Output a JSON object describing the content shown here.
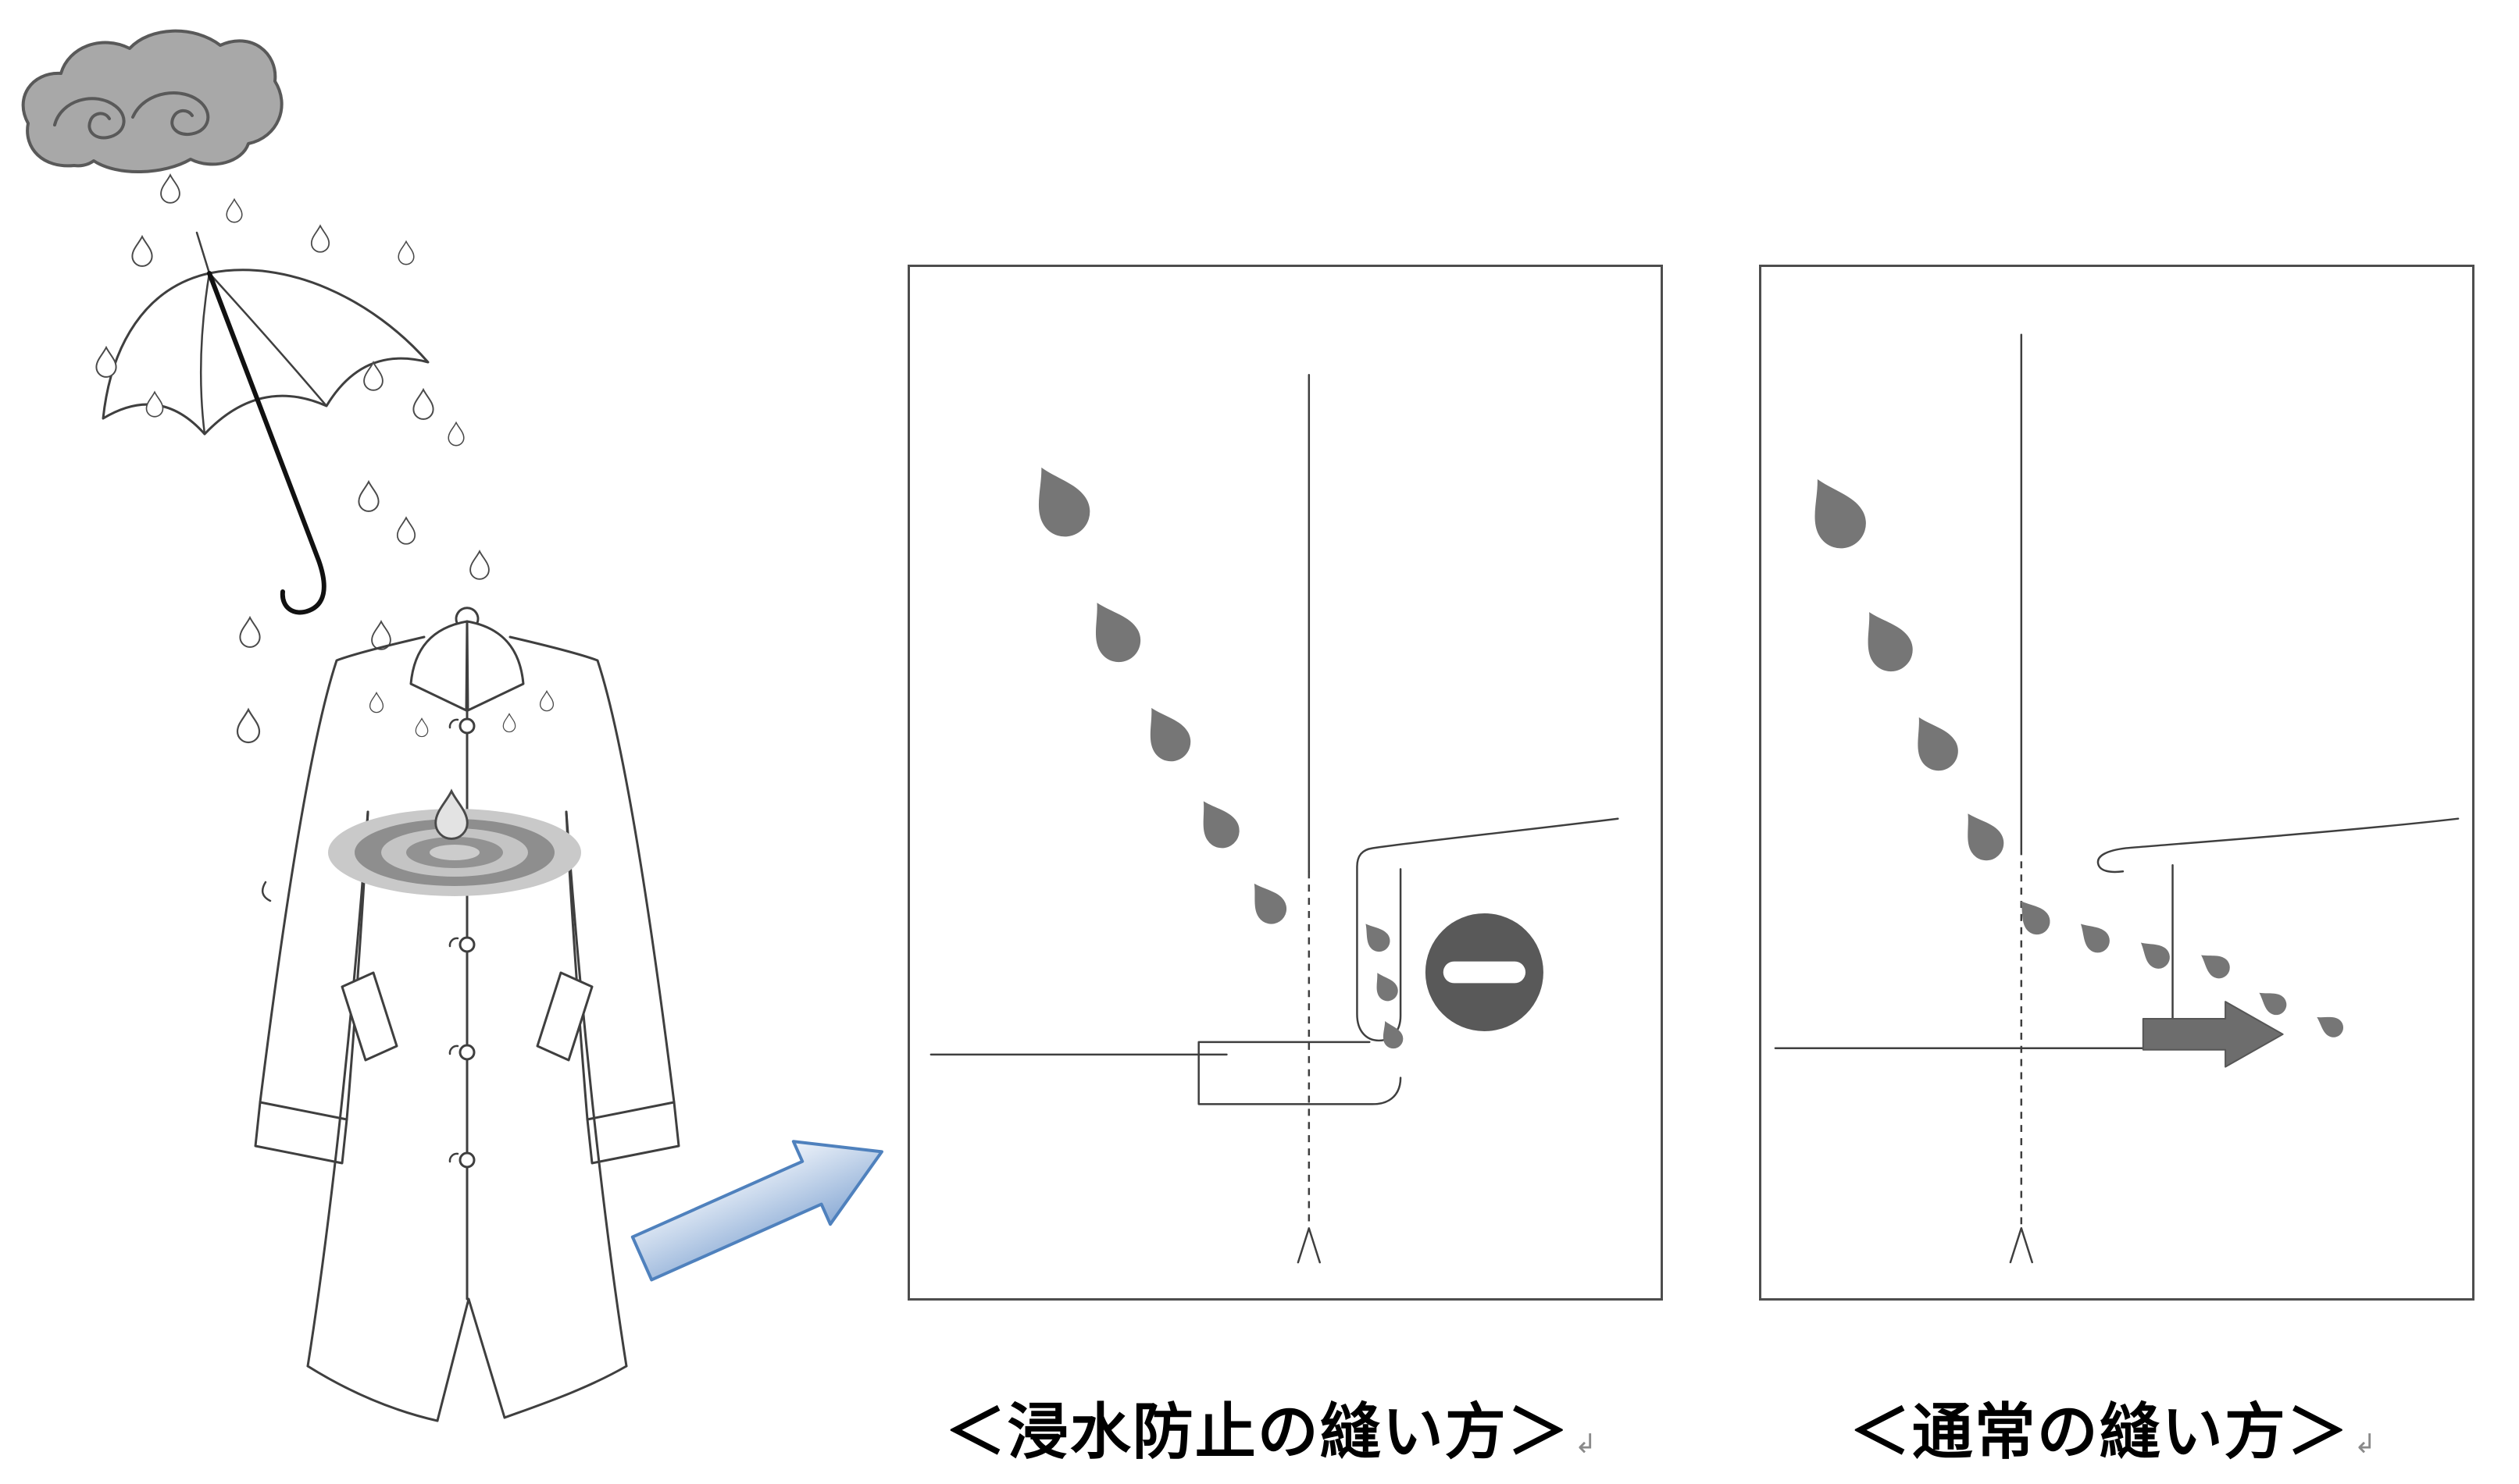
{
  "captions": {
    "waterproof_seam": "＜浸水防止の縫い方＞",
    "normal_seam": "＜通常の縫い方＞",
    "return_mark": "↲"
  },
  "panels": [
    {
      "name": "waterproof-seam-panel",
      "caption": "＜浸水防止の縫い方＞",
      "marker_icon": "no-entry-icon"
    },
    {
      "name": "normal-seam-panel",
      "caption": "＜通常の縫い方＞",
      "marker_icon": "right-arrow-icon"
    }
  ],
  "icons": {
    "rain_cloud": "rain-cloud-icon",
    "umbrella": "umbrella-icon",
    "raindrop": "raindrop-icon",
    "coat": "coat-icon",
    "water_ripple": "water-ripple-icon",
    "pointer_arrow": "blue-pointer-arrow-icon",
    "no_entry": "no-entry-icon (dark circle with white bar)",
    "flow_arrow": "right-arrow-icon"
  },
  "colors": {
    "line": "#3f3f3f",
    "panel_border": "#4d4d4d",
    "drop_gray": "#767676",
    "drop_outline": "#4a4a4a",
    "cloud_fill": "#a8a8a8",
    "cloud_stroke": "#595959",
    "no_entry": "#595959",
    "flow_arrow": "#6d6d6d",
    "blue_arrow_light": "#eef3fa",
    "blue_arrow_mid": "#c3d4ea",
    "blue_arrow_dark": "#8cacd6",
    "blue_arrow_stroke": "#4f81bd"
  }
}
